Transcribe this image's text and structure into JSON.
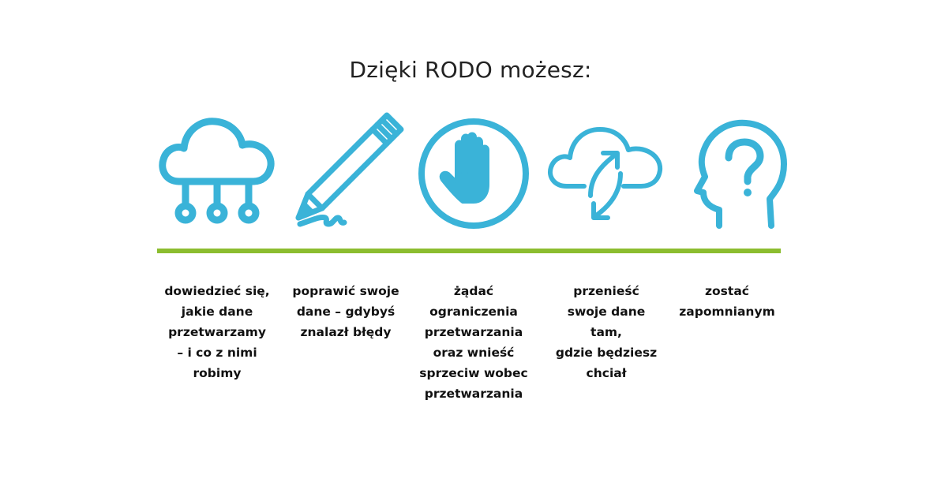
{
  "title": "Dzięki RODO możesz:",
  "colors": {
    "icon": "#3ab3d8",
    "divider": "#8cbd2f",
    "text": "#111111"
  },
  "items": [
    {
      "icon": "cloud-network-icon",
      "caption": "dowiedzieć się,\njakie dane\nprzetwarzamy\n– i co z nimi\nrobimy"
    },
    {
      "icon": "pencil-icon",
      "caption": "poprawić swoje\ndane – gdybyś\nznalazł błędy"
    },
    {
      "icon": "stop-hand-icon",
      "caption": "żądać\nograniczenia\nprzetwarzania\noraz wnieść\nsprzeciw wobec\nprzetwarzania"
    },
    {
      "icon": "cloud-transfer-icon",
      "caption": "przenieść\nswoje dane\ntam,\ngdzie będziesz\nchciał"
    },
    {
      "icon": "head-question-icon",
      "caption": "zostać\nzapomnianym"
    }
  ]
}
